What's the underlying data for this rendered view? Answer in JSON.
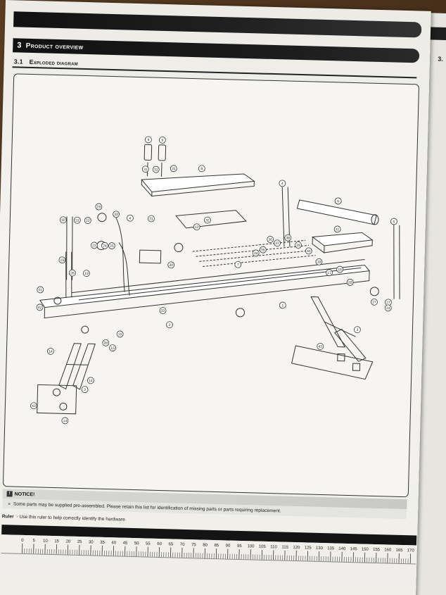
{
  "section": {
    "number": "3",
    "title": "Product overview"
  },
  "subsection": {
    "number": "3.1",
    "title": "Exploded diagram"
  },
  "next_page_number": "3.",
  "diagram": {
    "callouts": [
      "9",
      "9",
      "31",
      "31",
      "31",
      "8",
      "6",
      "6",
      "12",
      "4",
      "5",
      "11",
      "10",
      "10",
      "7",
      "2",
      "1",
      "3",
      "3",
      "14",
      "14",
      "14",
      "43",
      "43",
      "15",
      "15",
      "28",
      "29",
      "27",
      "27",
      "33",
      "33",
      "33",
      "19",
      "41",
      "42",
      "26",
      "4",
      "31",
      "32",
      "21",
      "22",
      "23",
      "24",
      "25",
      "30",
      "34",
      "35",
      "36",
      "37",
      "38",
      "39",
      "40",
      "18",
      "17",
      "16",
      "20"
    ]
  },
  "notice": {
    "heading": "NOTICE!",
    "text": "Some parts may be supplied pre-assembled. Please retain this list for identification of missing parts or parts requiring replacement."
  },
  "ruler": {
    "label": "Ruler",
    "caption": "- Use this ruler to help correctly identify the hardware",
    "ticks": [
      "0",
      "5",
      "10",
      "15",
      "20",
      "25",
      "30",
      "35",
      "40",
      "45",
      "50",
      "55",
      "60",
      "65",
      "70",
      "75",
      "80",
      "85",
      "90",
      "95",
      "100",
      "105",
      "110",
      "115",
      "120",
      "125",
      "130",
      "135",
      "140",
      "145",
      "150",
      "155",
      "160",
      "165",
      "170"
    ]
  },
  "colors": {
    "ink": "#222222",
    "band": "#111111",
    "paper": "#f4f3ef"
  }
}
